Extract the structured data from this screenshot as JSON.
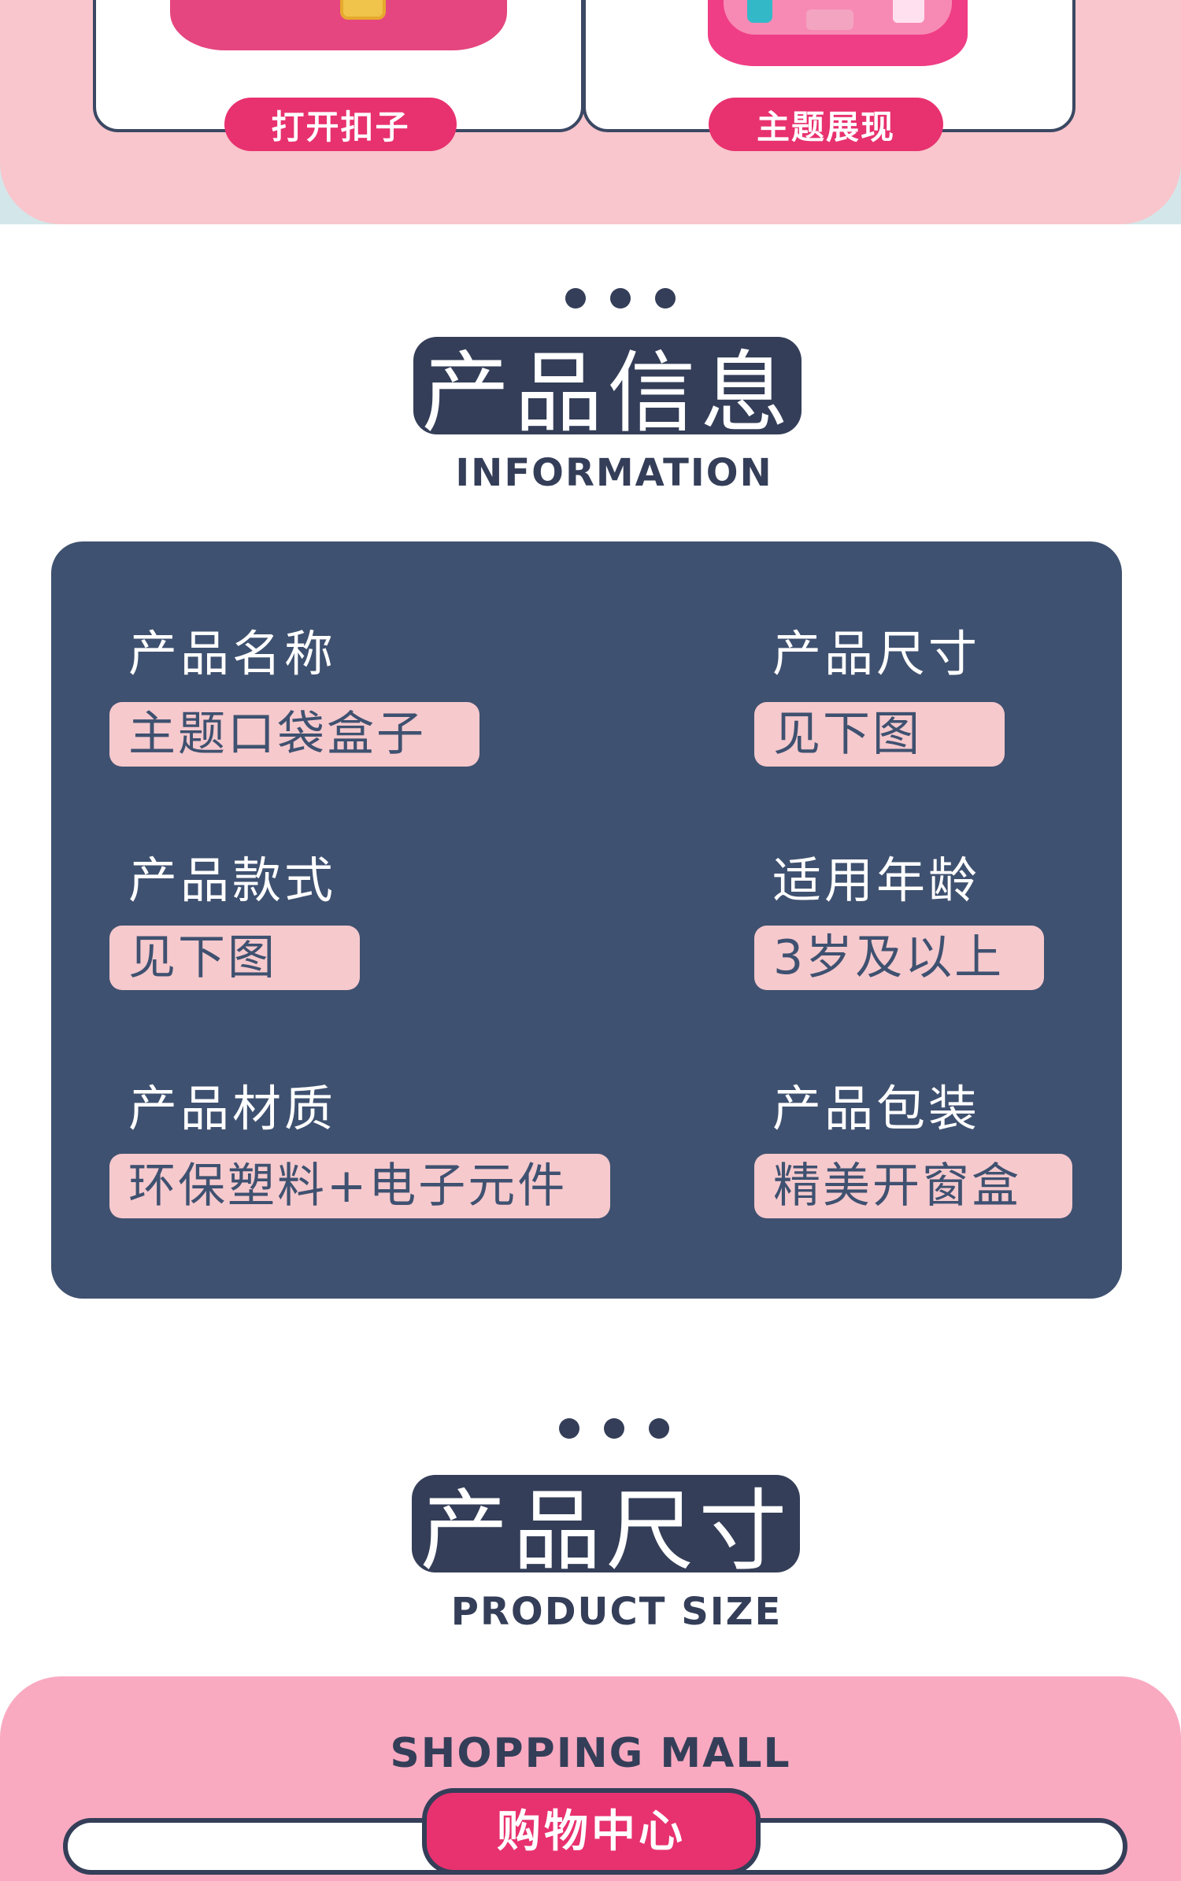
{
  "top_banner": {
    "left_tag": "打开扣子",
    "right_tag": "主题展现"
  },
  "information_section": {
    "title": "产品信息",
    "subtitle": "INFORMATION",
    "items": [
      {
        "label": "产品名称",
        "value": "主题口袋盒子"
      },
      {
        "label": "产品尺寸",
        "value": "见下图"
      },
      {
        "label": "产品款式",
        "value": "见下图"
      },
      {
        "label": "适用年龄",
        "value": "3岁及以上"
      },
      {
        "label": "产品材质",
        "value": "环保塑料+电子元件"
      },
      {
        "label": "产品包装",
        "value": "精美开窗盒"
      }
    ]
  },
  "size_section": {
    "title": "产品尺寸",
    "subtitle": "PRODUCT SIZE"
  },
  "shopping_mall": {
    "title": "SHOPPING MALL",
    "tab_label": "购物中心"
  },
  "colors": {
    "navy": "#343e58",
    "panel": "#3f5170",
    "pink_light": "#f6c9cd",
    "pink_accent": "#e8316f",
    "banner_pink": "#f8c6cc"
  }
}
